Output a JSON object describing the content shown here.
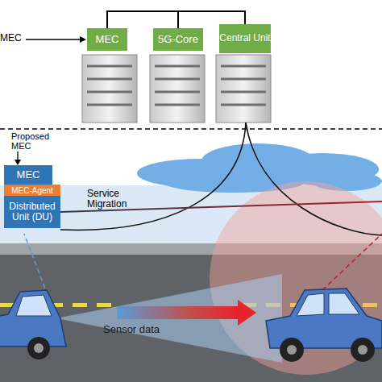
{
  "diagram": {
    "nodes": [
      {
        "text": [
          "MEC"
        ]
      },
      {
        "text": [
          "5G-Core"
        ]
      },
      {
        "text": [
          "Central Unit"
        ]
      },
      {
        "text": [
          "MEC"
        ]
      },
      {
        "text": [
          "MEC-Agent"
        ]
      },
      {
        "text": [
          "Distributed Unit (DU)"
        ]
      }
    ],
    "edges": [
      {
        "from": 0,
        "to": 1,
        "arrow": "none"
      },
      {
        "from": 1,
        "to": 2,
        "arrow": "none"
      }
    ],
    "labels": [
      "MEC",
      "Proposed MEC",
      "Service Migration",
      "Sensor data"
    ]
  }
}
